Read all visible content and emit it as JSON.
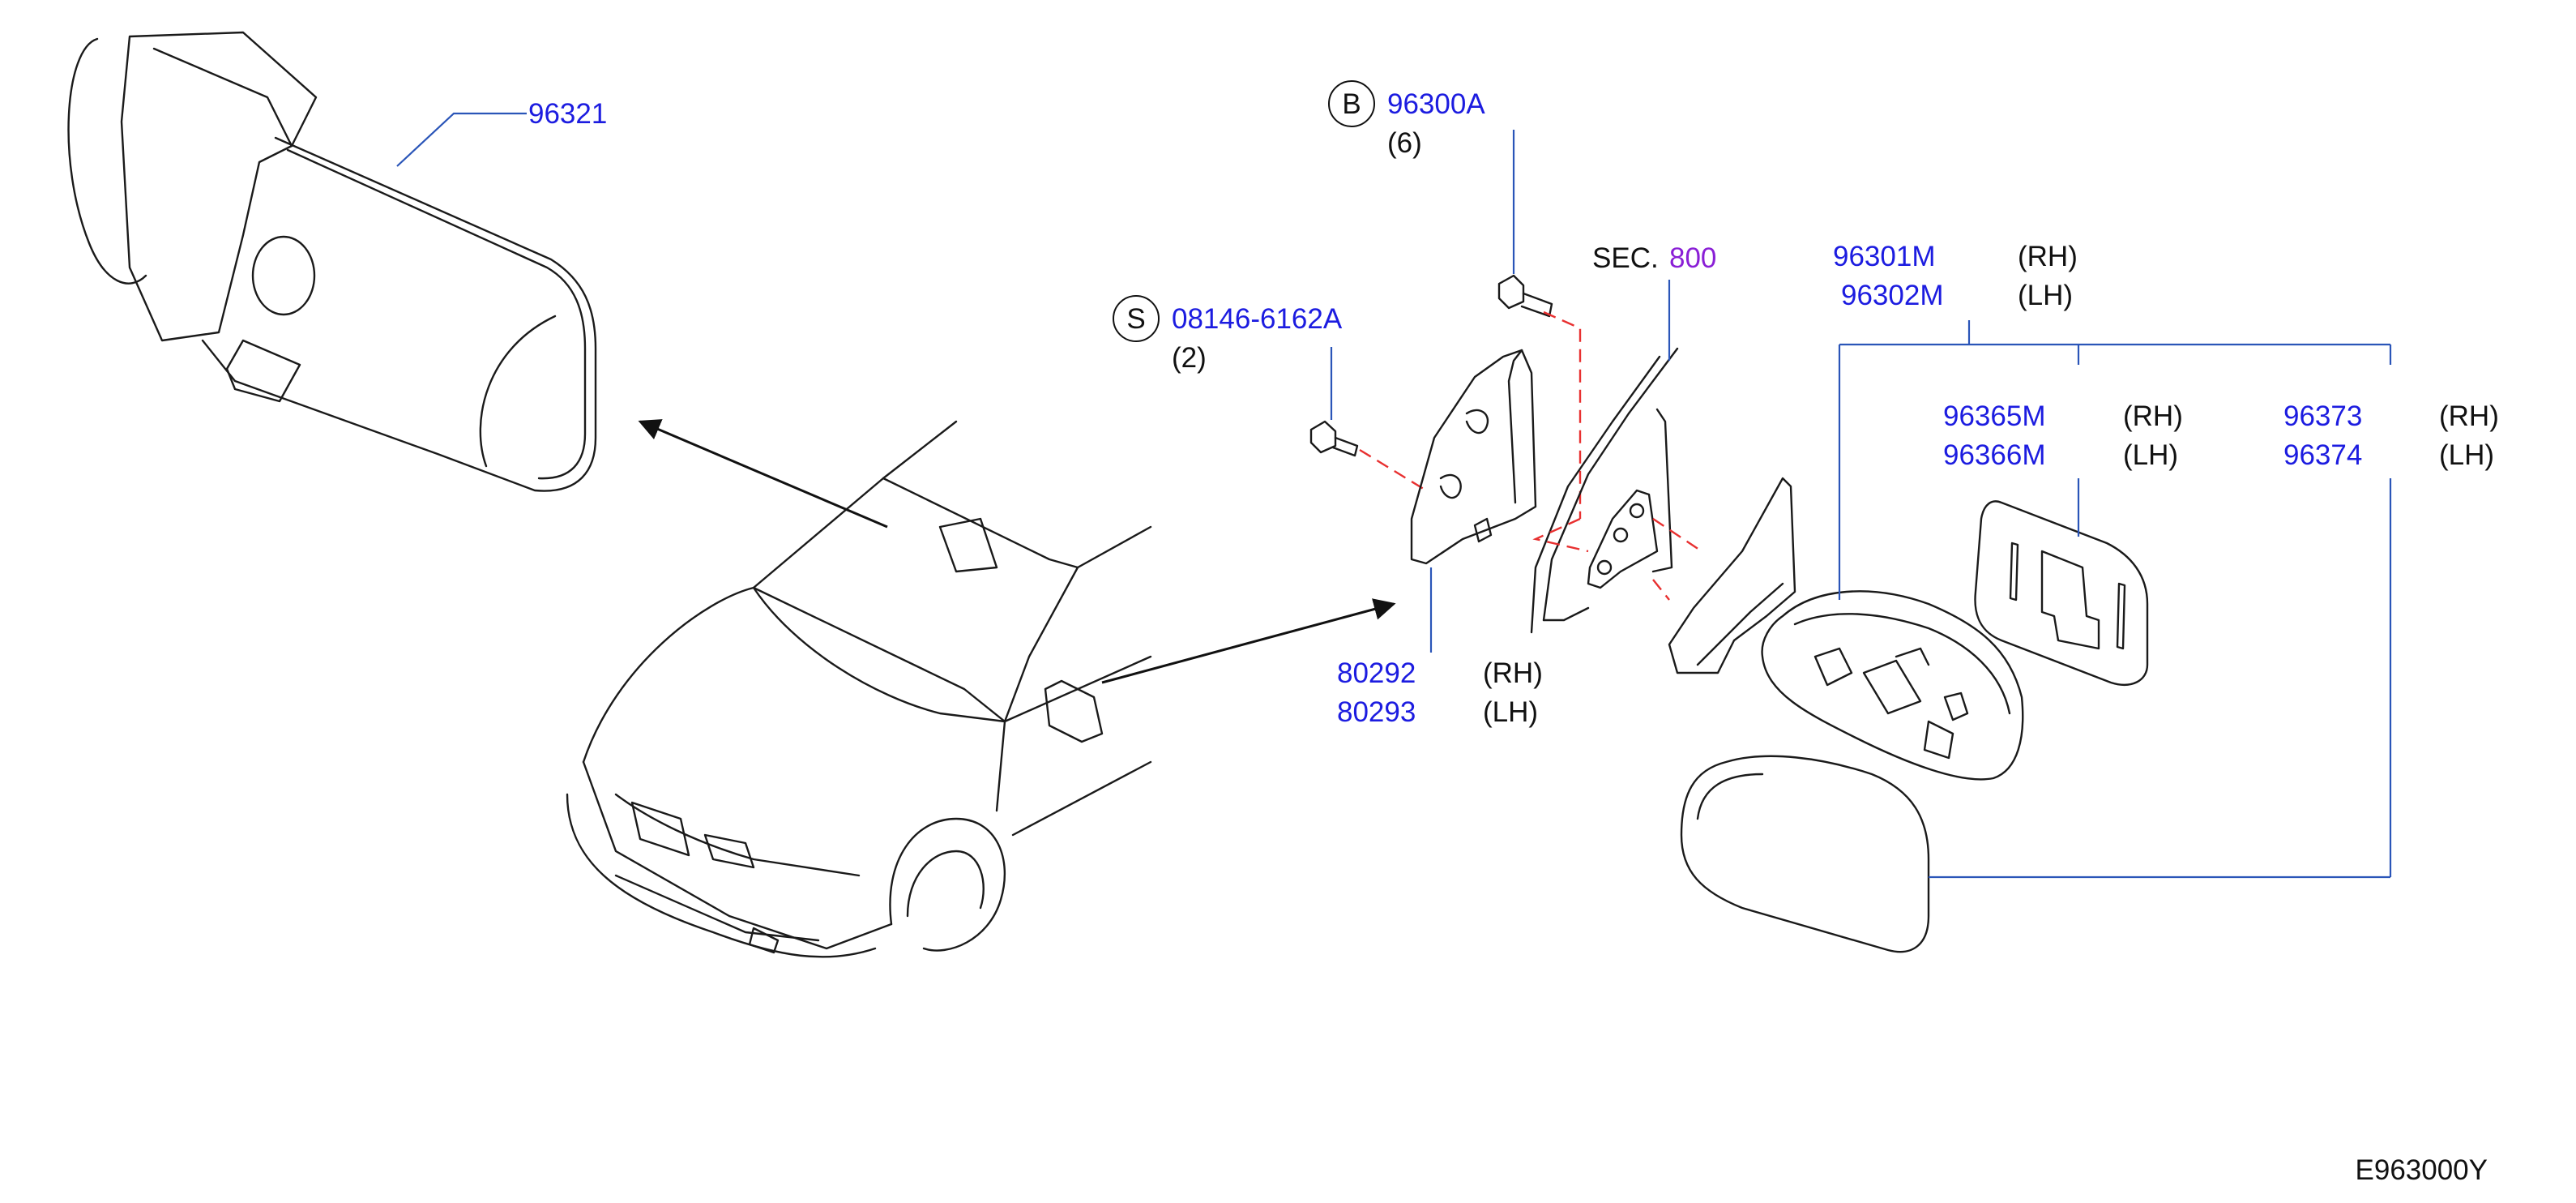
{
  "diagram_code": "E963000Y",
  "callouts": {
    "inside_mirror": {
      "part_no": "96321"
    },
    "bolt_b": {
      "symbol": "B",
      "part_no": "96300A",
      "qty": "(6)"
    },
    "screw_s": {
      "symbol": "S",
      "part_no": "08146-6162A",
      "qty": "(2)"
    },
    "section_ref": {
      "prefix": "SEC.",
      "number": "800"
    },
    "door_mirror": {
      "rh_no": "96301M",
      "lh_no": "96302M",
      "rh": "(RH)",
      "lh": "(LH)"
    },
    "mirror_glass": {
      "rh_no": "96365M",
      "lh_no": "96366M",
      "rh": "(RH)",
      "lh": "(LH)"
    },
    "mirror_cover": {
      "rh_no": "96373",
      "lh_no": "96374",
      "rh": "(RH)",
      "lh": "(LH)"
    },
    "finisher": {
      "rh_no": "80292",
      "lh_no": "80293",
      "rh": "(RH)",
      "lh": "(LH)"
    }
  },
  "colors": {
    "part_number": "#1c1ce0",
    "section_number": "#8a1fd6",
    "leader": "#2a55b8",
    "dashed_guide": "#e83030",
    "line_art": "#1a1a1a"
  }
}
